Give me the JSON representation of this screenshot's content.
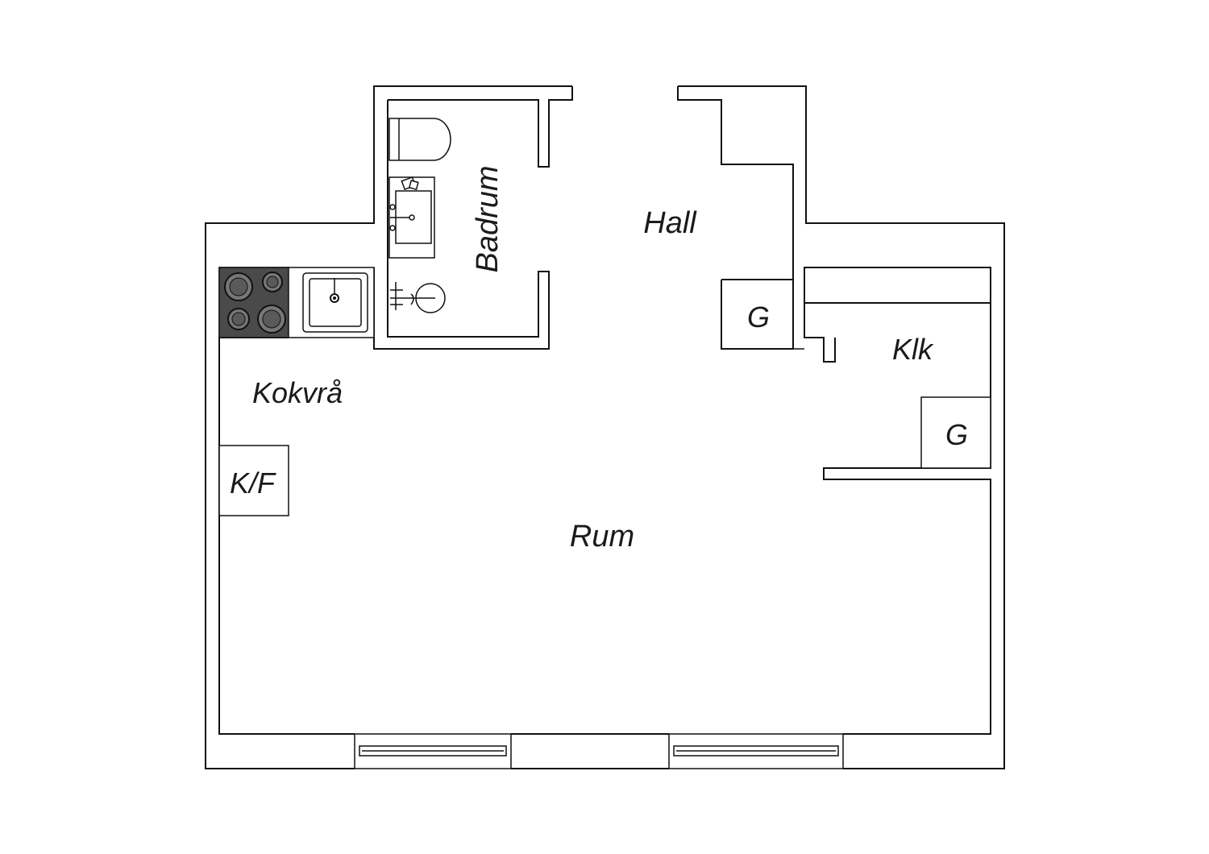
{
  "plan": {
    "rooms": {
      "hall": "Hall",
      "badrum": "Badrum",
      "kokvra": "Kokvrå",
      "rum": "Rum",
      "klk": "Klk",
      "kf": "K/F",
      "g_hall": "G",
      "g_klk": "G"
    },
    "colors": {
      "wall": "#111111",
      "stove": "#4a4a4a",
      "background": "#ffffff"
    }
  }
}
